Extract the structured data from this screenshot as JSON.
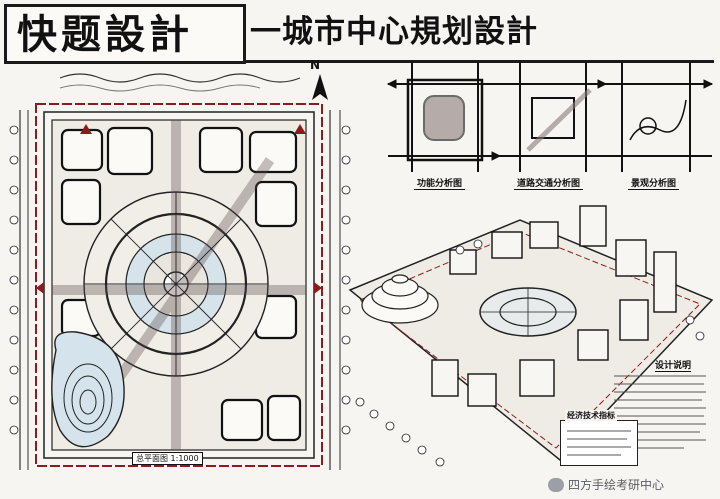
{
  "title": {
    "main": "快题設計",
    "sub": "一城市中心規划設計"
  },
  "north_label": "N",
  "plan": {
    "scale_label": "总平面图 1:1000"
  },
  "diagrams": [
    {
      "caption": "功能分析图"
    },
    {
      "caption": "道路交通分析图"
    },
    {
      "caption": "景观分析图"
    }
  ],
  "design_notes": {
    "title": "设计说明"
  },
  "economics": {
    "title": "经济技术指标"
  },
  "watermark": {
    "text": "四方手绘考研中心"
  }
}
